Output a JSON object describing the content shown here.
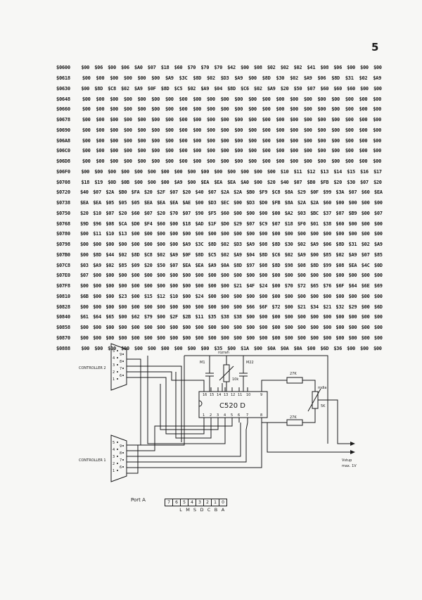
{
  "page_number": "5",
  "hexdump": [
    {
      "addr": "$0600",
      "bytes": [
        "$00",
        "$06",
        "$00",
        "$06",
        "$A0",
        "$07",
        "$18",
        "$60",
        "$70",
        "$70",
        "$70",
        "$42",
        "$00",
        "$08",
        "$02",
        "$02",
        "$02",
        "$41",
        "$08",
        "$06",
        "$00",
        "$00",
        "$00"
      ]
    },
    {
      "addr": "$0618",
      "bytes": [
        "$00",
        "$00",
        "$00",
        "$00",
        "$00",
        "$00",
        "$A9",
        "$3C",
        "$8D",
        "$02",
        "$D3",
        "$A9",
        "$00",
        "$8D",
        "$30",
        "$02",
        "$A9",
        "$06",
        "$8D",
        "$31",
        "$02",
        "$A9"
      ]
    },
    {
      "addr": "$0630",
      "bytes": [
        "$00",
        "$8D",
        "$C8",
        "$02",
        "$A9",
        "$0F",
        "$8D",
        "$C5",
        "$02",
        "$A9",
        "$04",
        "$8D",
        "$C6",
        "$02",
        "$A9",
        "$20",
        "$50",
        "$07",
        "$60",
        "$60",
        "$60",
        "$00",
        "$00"
      ]
    },
    {
      "addr": "$0648",
      "bytes": [
        "$00",
        "$00",
        "$00",
        "$00",
        "$00",
        "$00",
        "$00",
        "$00",
        "$00",
        "$00",
        "$00",
        "$00",
        "$00",
        "$00",
        "$00",
        "$00",
        "$00",
        "$00",
        "$00",
        "$00",
        "$00",
        "$00"
      ]
    },
    {
      "addr": "$0660",
      "bytes": [
        "$00",
        "$00",
        "$00",
        "$00",
        "$00",
        "$00",
        "$00",
        "$00",
        "$00",
        "$00",
        "$00",
        "$00",
        "$00",
        "$00",
        "$00",
        "$00",
        "$00",
        "$00",
        "$00",
        "$00",
        "$00",
        "$00"
      ]
    },
    {
      "addr": "$0678",
      "bytes": [
        "$00",
        "$00",
        "$00",
        "$00",
        "$00",
        "$00",
        "$00",
        "$00",
        "$00",
        "$00",
        "$00",
        "$00",
        "$00",
        "$00",
        "$00",
        "$00",
        "$00",
        "$00",
        "$00",
        "$00",
        "$00",
        "$00"
      ]
    },
    {
      "addr": "$0690",
      "bytes": [
        "$00",
        "$00",
        "$00",
        "$00",
        "$00",
        "$00",
        "$00",
        "$00",
        "$00",
        "$00",
        "$00",
        "$00",
        "$00",
        "$00",
        "$00",
        "$00",
        "$00",
        "$00",
        "$00",
        "$00",
        "$00",
        "$00"
      ]
    },
    {
      "addr": "$06A8",
      "bytes": [
        "$00",
        "$00",
        "$00",
        "$00",
        "$00",
        "$00",
        "$00",
        "$00",
        "$00",
        "$00",
        "$00",
        "$00",
        "$00",
        "$00",
        "$00",
        "$00",
        "$00",
        "$00",
        "$00",
        "$00",
        "$00",
        "$00"
      ]
    },
    {
      "addr": "$06C0",
      "bytes": [
        "$00",
        "$00",
        "$00",
        "$00",
        "$00",
        "$00",
        "$00",
        "$00",
        "$00",
        "$00",
        "$00",
        "$00",
        "$00",
        "$00",
        "$00",
        "$00",
        "$00",
        "$00",
        "$00",
        "$00",
        "$00",
        "$00"
      ]
    },
    {
      "addr": "$06D8",
      "bytes": [
        "$00",
        "$00",
        "$00",
        "$00",
        "$00",
        "$00",
        "$00",
        "$00",
        "$00",
        "$00",
        "$00",
        "$00",
        "$00",
        "$00",
        "$00",
        "$00",
        "$00",
        "$00",
        "$00",
        "$00",
        "$00",
        "$00"
      ]
    },
    {
      "addr": "$06F0",
      "bytes": [
        "$00",
        "$00",
        "$00",
        "$00",
        "$00",
        "$00",
        "$00",
        "$00",
        "$00",
        "$00",
        "$00",
        "$00",
        "$00",
        "$00",
        "$00",
        "$10",
        "$11",
        "$12",
        "$13",
        "$14",
        "$15",
        "$16",
        "$17"
      ]
    },
    {
      "addr": "$0708",
      "bytes": [
        "$18",
        "$19",
        "$0D",
        "$0B",
        "$00",
        "$00",
        "$00",
        "$A9",
        "$00",
        "$EA",
        "$EA",
        "$EA",
        "$A0",
        "$00",
        "$20",
        "$40",
        "$07",
        "$B0",
        "$FB",
        "$20",
        "$30",
        "$07",
        "$20"
      ]
    },
    {
      "addr": "$0720",
      "bytes": [
        "$40",
        "$07",
        "$2A",
        "$B0",
        "$FA",
        "$20",
        "$2F",
        "$07",
        "$20",
        "$40",
        "$07",
        "$2A",
        "$2A",
        "$B0",
        "$F9",
        "$C8",
        "$8A",
        "$29",
        "$0F",
        "$99",
        "$3A",
        "$07",
        "$60",
        "$EA"
      ]
    },
    {
      "addr": "$0738",
      "bytes": [
        "$EA",
        "$EA",
        "$05",
        "$05",
        "$05",
        "$EA",
        "$EA",
        "$EA",
        "$AE",
        "$00",
        "$D3",
        "$EC",
        "$00",
        "$D3",
        "$D0",
        "$FB",
        "$8A",
        "$2A",
        "$2A",
        "$60",
        "$00",
        "$00",
        "$00",
        "$00"
      ]
    },
    {
      "addr": "$0750",
      "bytes": [
        "$20",
        "$10",
        "$07",
        "$20",
        "$60",
        "$07",
        "$20",
        "$70",
        "$07",
        "$90",
        "$F5",
        "$60",
        "$00",
        "$00",
        "$00",
        "$00",
        "$A2",
        "$03",
        "$BC",
        "$37",
        "$07",
        "$B9",
        "$00",
        "$07"
      ]
    },
    {
      "addr": "$0768",
      "bytes": [
        "$9D",
        "$96",
        "$08",
        "$CA",
        "$D0",
        "$F4",
        "$60",
        "$00",
        "$18",
        "$AD",
        "$1F",
        "$D0",
        "$29",
        "$07",
        "$C9",
        "$07",
        "$18",
        "$F0",
        "$01",
        "$38",
        "$60",
        "$00",
        "$00",
        "$00"
      ]
    },
    {
      "addr": "$0780",
      "bytes": [
        "$00",
        "$11",
        "$10",
        "$13",
        "$00",
        "$00",
        "$00",
        "$00",
        "$00",
        "$00",
        "$00",
        "$00",
        "$00",
        "$00",
        "$00",
        "$00",
        "$00",
        "$00",
        "$00",
        "$00",
        "$00",
        "$00",
        "$00",
        "$00"
      ]
    },
    {
      "addr": "$0798",
      "bytes": [
        "$00",
        "$00",
        "$00",
        "$00",
        "$00",
        "$00",
        "$00",
        "$00",
        "$A9",
        "$3C",
        "$8D",
        "$02",
        "$D3",
        "$A9",
        "$08",
        "$8D",
        "$30",
        "$02",
        "$A9",
        "$06",
        "$8D",
        "$31",
        "$02",
        "$A9"
      ]
    },
    {
      "addr": "$07B0",
      "bytes": [
        "$00",
        "$8D",
        "$44",
        "$02",
        "$8D",
        "$C8",
        "$02",
        "$A9",
        "$0F",
        "$8D",
        "$C5",
        "$02",
        "$A9",
        "$04",
        "$8D",
        "$C6",
        "$02",
        "$A9",
        "$00",
        "$85",
        "$02",
        "$A9",
        "$07",
        "$85"
      ]
    },
    {
      "addr": "$07C8",
      "bytes": [
        "$03",
        "$A9",
        "$02",
        "$85",
        "$09",
        "$20",
        "$50",
        "$07",
        "$EA",
        "$EA",
        "$A9",
        "$0A",
        "$8D",
        "$97",
        "$08",
        "$8D",
        "$98",
        "$08",
        "$8D",
        "$99",
        "$08",
        "$EA",
        "$4C",
        "$0D"
      ]
    },
    {
      "addr": "$07E0",
      "bytes": [
        "$07",
        "$00",
        "$00",
        "$00",
        "$00",
        "$00",
        "$00",
        "$00",
        "$00",
        "$00",
        "$00",
        "$00",
        "$00",
        "$00",
        "$00",
        "$00",
        "$00",
        "$00",
        "$00",
        "$00",
        "$00",
        "$00",
        "$00",
        "$00"
      ]
    },
    {
      "addr": "$07F8",
      "bytes": [
        "$00",
        "$00",
        "$00",
        "$00",
        "$00",
        "$00",
        "$00",
        "$00",
        "$00",
        "$00",
        "$00",
        "$00",
        "$21",
        "$4F",
        "$24",
        "$00",
        "$70",
        "$72",
        "$65",
        "$76",
        "$6F",
        "$64",
        "$6E",
        "$69"
      ]
    },
    {
      "addr": "$0810",
      "bytes": [
        "$6B",
        "$00",
        "$00",
        "$23",
        "$00",
        "$15",
        "$12",
        "$10",
        "$00",
        "$24",
        "$00",
        "$00",
        "$00",
        "$00",
        "$00",
        "$00",
        "$00",
        "$00",
        "$00",
        "$00",
        "$00",
        "$00",
        "$00",
        "$00"
      ]
    },
    {
      "addr": "$0828",
      "bytes": [
        "$00",
        "$00",
        "$00",
        "$00",
        "$00",
        "$00",
        "$00",
        "$00",
        "$00",
        "$00",
        "$00",
        "$00",
        "$00",
        "$66",
        "$6F",
        "$72",
        "$00",
        "$21",
        "$34",
        "$21",
        "$32",
        "$29",
        "$00",
        "$6D"
      ]
    },
    {
      "addr": "$0840",
      "bytes": [
        "$61",
        "$64",
        "$65",
        "$00",
        "$62",
        "$79",
        "$00",
        "$2F",
        "$2B",
        "$11",
        "$35",
        "$38",
        "$38",
        "$00",
        "$00",
        "$00",
        "$00",
        "$00",
        "$00",
        "$00",
        "$00",
        "$00",
        "$00",
        "$00"
      ]
    },
    {
      "addr": "$0858",
      "bytes": [
        "$00",
        "$00",
        "$00",
        "$00",
        "$00",
        "$00",
        "$00",
        "$00",
        "$00",
        "$00",
        "$00",
        "$00",
        "$00",
        "$00",
        "$00",
        "$00",
        "$00",
        "$00",
        "$00",
        "$00",
        "$00",
        "$00",
        "$00",
        "$00"
      ]
    },
    {
      "addr": "$0870",
      "bytes": [
        "$00",
        "$00",
        "$00",
        "$00",
        "$00",
        "$00",
        "$00",
        "$00",
        "$00",
        "$00",
        "$00",
        "$00",
        "$00",
        "$00",
        "$00",
        "$00",
        "$00",
        "$00",
        "$00",
        "$00",
        "$00",
        "$00",
        "$00",
        "$00"
      ]
    },
    {
      "addr": "$0888",
      "bytes": [
        "$00",
        "$00",
        "$00",
        "$00",
        "$00",
        "$00",
        "$00",
        "$00",
        "$00",
        "$00",
        "$35",
        "$00",
        "$1A",
        "$00",
        "$0A",
        "$0A",
        "$0A",
        "$00",
        "$6D",
        "$36",
        "$00",
        "$00",
        "$00"
      ]
    }
  ],
  "schematic": {
    "controller_2_label": "CONTROLLER 2",
    "controller_1_label": "CONTROLLER 1",
    "chip_label": "C520 D",
    "cap_m1_label": "M1",
    "cap_m22_label": "M22",
    "trimmer_label": "rozrah",
    "trimmer_value": "10k",
    "resistor_top_label": "27K",
    "resistor_bottom_label": "27K",
    "pot_label": "mdia",
    "pot_value": "5K",
    "output_label_1": "Vstup",
    "output_label_2": "max. 1V",
    "pins_top": [
      "16",
      "15",
      "14",
      "13",
      "12",
      "11",
      "10",
      "9"
    ],
    "pins_bottom": [
      "1",
      "2",
      "3",
      "4",
      "5",
      "6",
      "7",
      "8"
    ],
    "connector_2_pins": [
      "5",
      "4",
      "3",
      "2",
      "1",
      "9",
      "8",
      "7",
      "6"
    ],
    "connector_1_pins": [
      "5",
      "4",
      "3",
      "2",
      "1",
      "9",
      "8",
      "7",
      "6"
    ]
  },
  "port_table": {
    "label": "Port A",
    "bits": [
      "7",
      "6",
      "5",
      "4",
      "3",
      "2",
      "1",
      "0"
    ],
    "letters": [
      "L",
      "M",
      "S",
      "D",
      "C",
      "B",
      "A"
    ]
  }
}
